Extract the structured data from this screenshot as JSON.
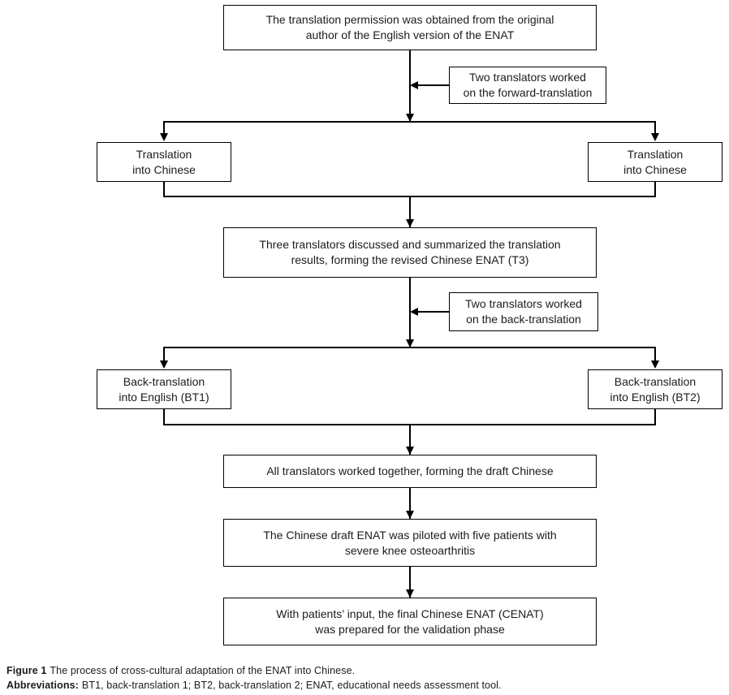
{
  "figure": {
    "nodes": {
      "permission": "The translation permission was obtained from the original\nauthor of the English version of the ENAT",
      "forward_note": "Two translators worked\non the forward-translation",
      "translation_left": "Translation\ninto Chinese",
      "translation_right": "Translation\ninto Chinese",
      "t3": "Three translators discussed and summarized the translation\nresults, forming the revised Chinese ENAT (T3)",
      "back_note": "Two translators worked\non the back-translation",
      "bt1": "Back-translation\ninto English (BT1)",
      "bt2": "Back-translation\ninto English (BT2)",
      "draft": "All translators worked together, forming the draft Chinese",
      "pilot": "The Chinese draft ENAT was piloted with five patients with\nsevere knee osteoarthritis",
      "final": "With patients’ input, the final Chinese ENAT (CENAT)\nwas prepared for the validation phase"
    },
    "caption": {
      "figure_label": "Figure 1",
      "figure_text": "The process of cross-cultural adaptation of the ENAT into Chinese.",
      "abbreviations_label": "Abbreviations:",
      "abbreviations_text": "BT1, back-translation 1; BT2, back-translation 2; ENAT, educational needs assessment tool."
    },
    "colors": {
      "line": "#000000",
      "box_border": "#000000",
      "background": "#ffffff",
      "text": "#1c1c1c"
    }
  }
}
